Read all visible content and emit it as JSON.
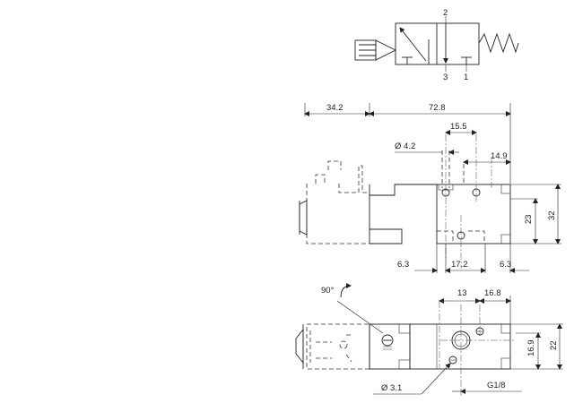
{
  "symbol": {
    "port_top": "2",
    "port_bottom_left": "3",
    "port_bottom_right": "1"
  },
  "front_view": {
    "dim_coil_length": "34.2",
    "dim_body_length": "72.8",
    "dim_hole_spacing": "15.5",
    "dim_hole_dia": "Ø 4.2",
    "dim_right_offset": "14.9",
    "dim_height_inner": "23",
    "dim_height_total": "32",
    "dim_bottom_left": "6.3",
    "dim_bottom_mid": "17.2",
    "dim_bottom_right": "6.3"
  },
  "top_view": {
    "rotation_label": "90°",
    "dim_port_spacing": "13",
    "dim_right_width": "16.8",
    "dim_height_inner": "16.9",
    "dim_height_total": "22",
    "dim_hole_dia": "Ø 3.1",
    "thread_label": "G1/8"
  }
}
